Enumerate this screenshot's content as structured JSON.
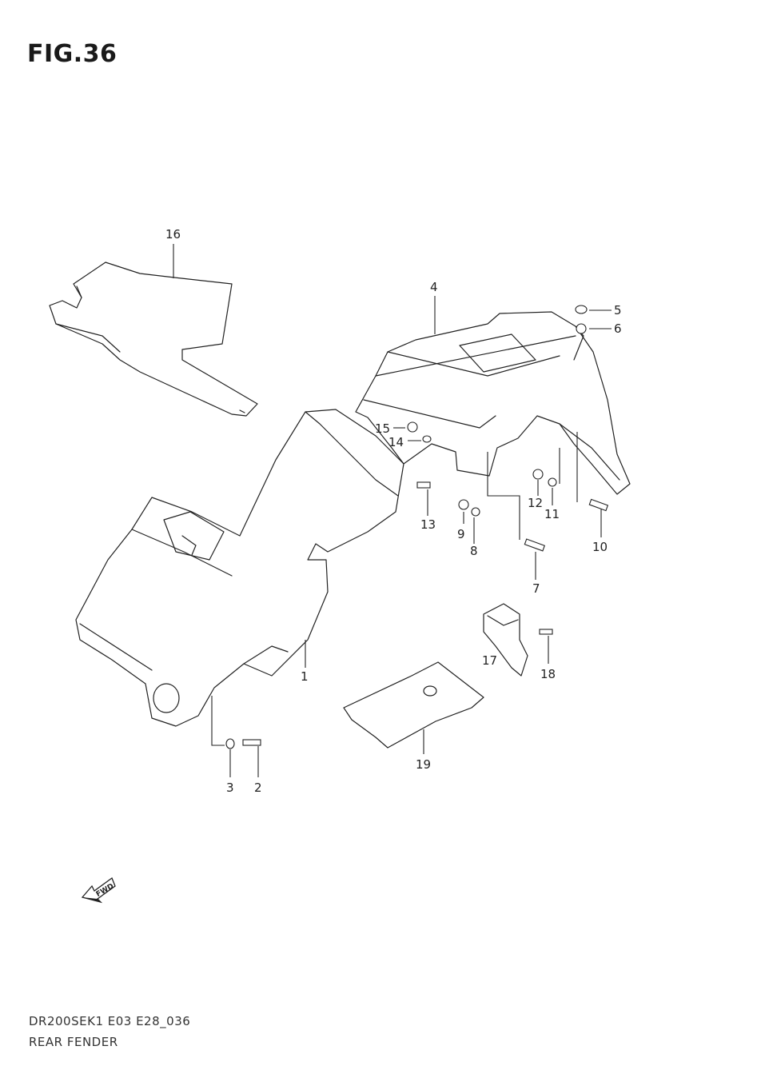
{
  "figure": {
    "title": "FIG.36",
    "model_code": "DR200SEK1 E03 E28_036",
    "caption": "REAR FENDER"
  },
  "callouts": [
    "1",
    "2",
    "3",
    "4",
    "5",
    "6",
    "7",
    "8",
    "9",
    "10",
    "11",
    "12",
    "13",
    "14",
    "15",
    "16",
    "17",
    "18",
    "19"
  ],
  "fwd_badge": "FWD"
}
